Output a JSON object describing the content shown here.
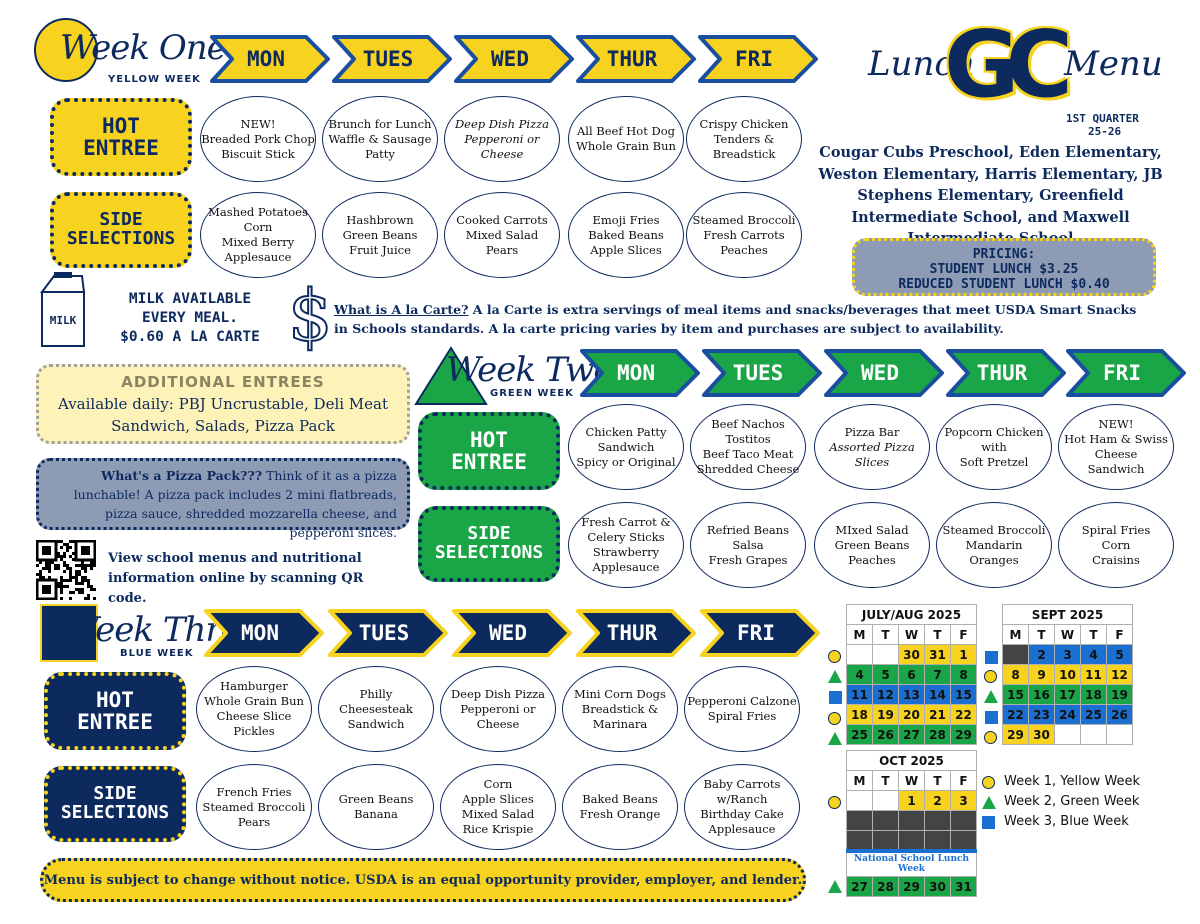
{
  "header": {
    "lunch": "Lunch",
    "logo_letters": "GC",
    "menu": "Menu",
    "quarter": "1ST QUARTER",
    "year": "25-26",
    "schools": "Cougar Cubs Preschool, Eden Elementary, Weston Elementary, Harris Elementary, JB Stephens Elementary, Greenfield Intermediate School, and Maxwell Intermediate School"
  },
  "pricing": {
    "title": "PRICING:",
    "student": "STUDENT LUNCH $3.25",
    "reduced": "REDUCED STUDENT LUNCH $0.40"
  },
  "milk": {
    "icon_label": "MILK",
    "line1": "MILK AVAILABLE",
    "line2": "EVERY MEAL.",
    "line3": "$0.60 A LA CARTE"
  },
  "alacarte": {
    "question": "What is A la Carte?",
    "text": " A la Carte is extra servings of meal items and snacks/beverages that meet USDA Smart Snacks in Schools standards. A la carte pricing varies by item and purchases are subject to availability."
  },
  "additional": {
    "title": "ADDITIONAL ENTREES",
    "text": "Available daily: PBJ Uncrustable, Deli Meat Sandwich, Salads, Pizza Pack"
  },
  "pizza_pack": {
    "question": "What's a Pizza Pack???",
    "text": "  Think of it as a pizza lunchable! A pizza pack includes 2 mini flatbreads, pizza sauce, shredded mozzarella cheese, and pepperoni slices."
  },
  "qr": {
    "text": "View school menus and nutritional information online by scanning QR code."
  },
  "labels": {
    "hot1": "HOT",
    "hot2": "ENTREE",
    "side1": "SIDE",
    "side2": "SELECTIONS"
  },
  "days": [
    "MON",
    "TUES",
    "WED",
    "THUR",
    "FRI"
  ],
  "week1": {
    "title": "Week One",
    "subtitle": "YELLOW WEEK",
    "hot": [
      [
        "NEW!",
        "Breaded Pork Chop",
        "Biscuit Stick"
      ],
      [
        "Brunch for Lunch",
        "Waffle & Sausage",
        "Patty"
      ],
      [
        "Deep Dish Pizza",
        "Pepperoni or Cheese"
      ],
      [
        "All Beef Hot Dog",
        "Whole Grain Bun"
      ],
      [
        "Crispy Chicken",
        "Tenders &",
        "Breadstick"
      ]
    ],
    "side": [
      [
        "Mashed Potatoes",
        "Corn",
        "Mixed Berry",
        "Applesauce"
      ],
      [
        "Hashbrown",
        "Green Beans",
        "Fruit Juice"
      ],
      [
        "Cooked Carrots",
        "Mixed Salad",
        "Pears"
      ],
      [
        "Emoji Fries",
        "Baked Beans",
        "Apple Slices"
      ],
      [
        "Steamed Broccoli",
        "Fresh Carrots",
        "Peaches"
      ]
    ]
  },
  "week2": {
    "title": "Week Two",
    "subtitle": "GREEN WEEK",
    "hot": [
      [
        "Chicken Patty",
        "Sandwich",
        "Spicy or Original"
      ],
      [
        "Beef Nachos",
        "Tostitos",
        "Beef Taco Meat",
        "Shredded Cheese"
      ],
      [
        "Pizza Bar",
        "Assorted Pizza",
        "Slices"
      ],
      [
        "Popcorn Chicken",
        "with",
        "Soft Pretzel"
      ],
      [
        "NEW!",
        "Hot Ham & Swiss",
        "Cheese",
        "Sandwich"
      ]
    ],
    "side": [
      [
        "Fresh Carrot &",
        "Celery Sticks",
        "Strawberry",
        "Applesauce"
      ],
      [
        "Refried Beans",
        "Salsa",
        "Fresh Grapes"
      ],
      [
        "MIxed Salad",
        "Green Beans",
        "Peaches"
      ],
      [
        "Steamed Broccoli",
        "Mandarin",
        "Oranges"
      ],
      [
        "Spiral Fries",
        "Corn",
        "Craisins"
      ]
    ]
  },
  "week3": {
    "title": "Week Three",
    "subtitle": "BLUE WEEK",
    "hot": [
      [
        "Hamburger",
        "Whole Grain Bun",
        "Cheese Slice",
        "Pickles"
      ],
      [
        "Philly",
        "Cheesesteak",
        "Sandwich"
      ],
      [
        "Deep Dish Pizza",
        "Pepperoni or",
        "Cheese"
      ],
      [
        "Mini Corn Dogs",
        "Breadstick &",
        "Marinara"
      ],
      [
        "Pepperoni Calzone",
        "Spiral Fries"
      ]
    ],
    "side": [
      [
        "French Fries",
        "Steamed Broccoli",
        "Pears"
      ],
      [
        "Green Beans",
        "Banana"
      ],
      [
        "Corn",
        "Apple Slices",
        "Mixed Salad",
        "Rice Krispie"
      ],
      [
        "Baked Beans",
        "Fresh Orange"
      ],
      [
        "Baby Carrots",
        "w/Ranch",
        "Birthday Cake",
        "Applesauce"
      ]
    ]
  },
  "calendars": {
    "weekday_headers": [
      "M",
      "T",
      "W",
      "T",
      "F"
    ],
    "july_aug": {
      "title": "JULY/AUG 2025",
      "rows": [
        [
          "",
          "",
          "30",
          "31",
          "1"
        ],
        [
          "4",
          "5",
          "6",
          "7",
          "8"
        ],
        [
          "11",
          "12",
          "13",
          "14",
          "15"
        ],
        [
          "18",
          "19",
          "20",
          "21",
          "22"
        ],
        [
          "25",
          "26",
          "27",
          "28",
          "29"
        ]
      ]
    },
    "sept": {
      "title": "SEPT 2025",
      "rows": [
        [
          "",
          "2",
          "3",
          "4",
          "5"
        ],
        [
          "8",
          "9",
          "10",
          "11",
          "12"
        ],
        [
          "15",
          "16",
          "17",
          "18",
          "19"
        ],
        [
          "22",
          "23",
          "24",
          "25",
          "26"
        ],
        [
          "29",
          "30",
          "",
          "",
          ""
        ]
      ]
    },
    "oct": {
      "title": "OCT 2025",
      "rows": [
        [
          "",
          "",
          "1",
          "2",
          "3"
        ],
        [
          "27",
          "28",
          "29",
          "30",
          "31"
        ]
      ],
      "note": "National School Lunch Week"
    }
  },
  "legend": [
    "Week 1, Yellow Week",
    "Week 2, Green Week",
    "Week 3, Blue Week"
  ],
  "footer": "Menu is subject to change without notice.  USDA is an equal opportunity provider, employer, and lender.",
  "colors": {
    "navy": "#0d2a5e",
    "yellow": "#f7d21e",
    "green": "#1aa546",
    "blue": "#1a6fd1"
  }
}
